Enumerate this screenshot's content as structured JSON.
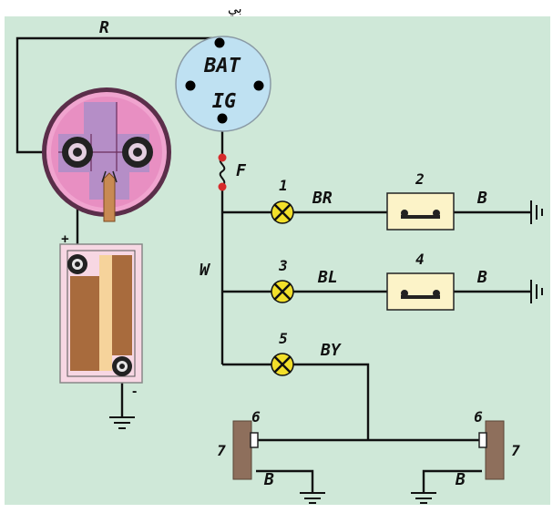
{
  "top_text": "ﺑﻲ",
  "colors": {
    "background": "#cfe8d8",
    "wire": "#111111",
    "switch_face": "#bfe1f2",
    "battery_case": "#f7d7e3",
    "bulb_yellow": "#f2df2a",
    "socket": "#fcf3c8",
    "bracket": "#8e6f5c",
    "fuse": "#d62b2b"
  },
  "ignition_switch": {
    "terminal_bat": "BAT",
    "terminal_ig": "IG"
  },
  "wires": {
    "r": "R",
    "w": "W",
    "br": "BR",
    "bl": "BL",
    "by": "BY",
    "b_1": "B",
    "b_2": "B",
    "b_3": "B",
    "b_4": "B"
  },
  "fuse_label": "F",
  "lamps": {
    "l1": "1",
    "l3": "3",
    "l5": "5"
  },
  "connectors": {
    "c2": "2",
    "c4": "4"
  },
  "bulbs": {
    "left_number": "6",
    "right_number": "6",
    "left_bracket": "7",
    "right_bracket": "7"
  },
  "battery": {
    "plus": "+",
    "minus": "-"
  }
}
